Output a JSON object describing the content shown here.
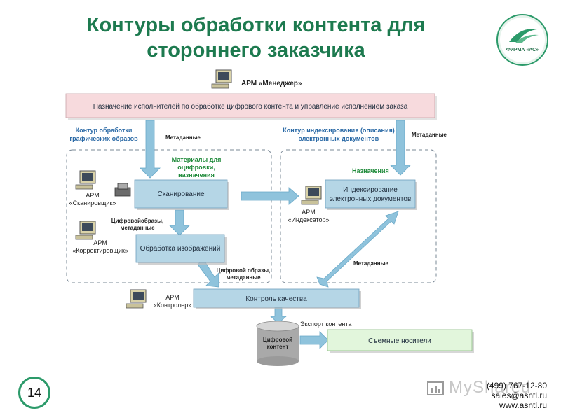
{
  "title": {
    "line1": "Контуры обработки контента для",
    "line2": "стороннего заказчика"
  },
  "logo": {
    "text": "ФИРМА «АС»"
  },
  "workstations": {
    "manager": "АРМ «Менеджер»",
    "scanner_line1": "АРМ",
    "scanner_line2": "«Сканировщик»",
    "corrector_line1": "АРМ",
    "corrector_line2": "«Корректировщик»",
    "indexer_line1": "АРМ",
    "indexer_line2": "«Индексатор»",
    "controller_line1": "АРМ",
    "controller_line2": "«Контролер»"
  },
  "boxes": {
    "assignment": "Назначение исполнителей по обработке цифрового контента и управление исполнением заказа",
    "scanning": "Сканирование",
    "image_processing": "Обработка изображений",
    "indexing_line1": "Индексирование",
    "indexing_line2": "электронных документов",
    "quality_control": "Контроль качества",
    "removable_media": "Съемные носители",
    "digital_content_line1": "Цифровой",
    "digital_content_line2": "контент"
  },
  "contours": {
    "graphic_line1": "Контур обработки",
    "graphic_line2": "графических образов",
    "indexing_line1": "Контур индексирования (описания)",
    "indexing_line2": "электронных документов"
  },
  "flow_labels": {
    "metadata_left": "Метаданные",
    "metadata_right": "Метаданные",
    "materials_line1": "Материалы для",
    "materials_line2": "оцифровки,",
    "materials_line3": "назначения",
    "assignments": "Назначения",
    "digital_images_line1": "Цифровойобразы,",
    "digital_images_line2": "метаданные",
    "digital_images2_line1": "Цифровой образы,",
    "digital_images2_line2": "метаданные",
    "metadata_bottom": "Метаданные",
    "export": "Экспорт контента"
  },
  "footer": {
    "page_number": "14",
    "watermark": "MyShared",
    "phone": "(499) 767-12-80",
    "email": "sales@asntl.ru",
    "site": "www.asntl.ru"
  },
  "colors": {
    "title_green": "#1d7a4f",
    "box_blue": "#b5d6e6",
    "box_pink": "#f7dadd",
    "box_green": "#e2f6dc",
    "arrow_blue": "#8fc3dc",
    "contour_blue": "#2b6aa6",
    "label_green": "#1f8a3a"
  }
}
